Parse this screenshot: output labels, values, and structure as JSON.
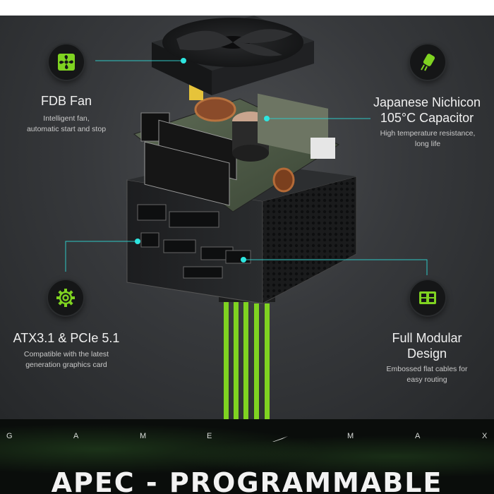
{
  "features": {
    "fan": {
      "title": "FDB Fan",
      "desc_line1": "Intelligent fan,",
      "desc_line2": "automatic start and stop",
      "icon": "fan-icon"
    },
    "capacitor": {
      "title_line1": "Japanese Nichicon",
      "title_line2": "105°C Capacitor",
      "desc_line1": "High temperature resistance,",
      "desc_line2": "long life",
      "icon": "capacitor-icon"
    },
    "atx": {
      "title": "ATX3.1 & PCIe 5.1",
      "desc_line1": "Compatible with the latest",
      "desc_line2": "generation graphics card",
      "icon": "gear-icon"
    },
    "modular": {
      "title_line1": "Full Modular",
      "title_line2": "Design",
      "desc_line1": "Embossed flat cables for",
      "desc_line2": "easy routing",
      "icon": "modular-connector-icon"
    }
  },
  "brand_strip": {
    "letters": [
      "G",
      "A",
      "M",
      "E",
      "M",
      "A",
      "X"
    ]
  },
  "headline": "APEC - PROGRAMMABLE",
  "colors": {
    "accent_green": "#7fd321",
    "connector_cyan": "#2ee6e0",
    "background": "#37393c"
  }
}
